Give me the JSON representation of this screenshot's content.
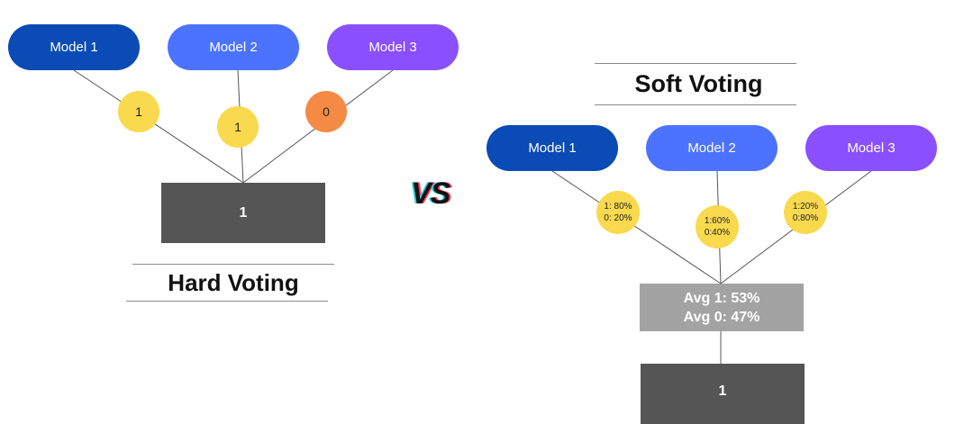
{
  "colors": {
    "model1": "#0a4bb5",
    "model2": "#4c73ff",
    "model3": "#8a4fff",
    "vote_yellow": "#f9d94d",
    "vote_orange": "#f48a44",
    "result_box": "#555555",
    "avg_box": "#a3a3a3"
  },
  "hard_voting": {
    "title": "Hard Voting",
    "models": [
      {
        "label": "Model 1",
        "vote": "1"
      },
      {
        "label": "Model 2",
        "vote": "1"
      },
      {
        "label": "Model 3",
        "vote": "0"
      }
    ],
    "result": "1"
  },
  "vs_label": "VS",
  "soft_voting": {
    "title": "Soft Voting",
    "models": [
      {
        "label": "Model 1",
        "prob_1": "1: 80%",
        "prob_0": "0: 20%"
      },
      {
        "label": "Model 2",
        "prob_1": "1:60%",
        "prob_0": "0:40%"
      },
      {
        "label": "Model 3",
        "prob_1": "1:20%",
        "prob_0": "0:80%"
      }
    ],
    "average": {
      "avg_1": "Avg 1: 53%",
      "avg_0": "Avg 0: 47%"
    },
    "result": "1"
  }
}
